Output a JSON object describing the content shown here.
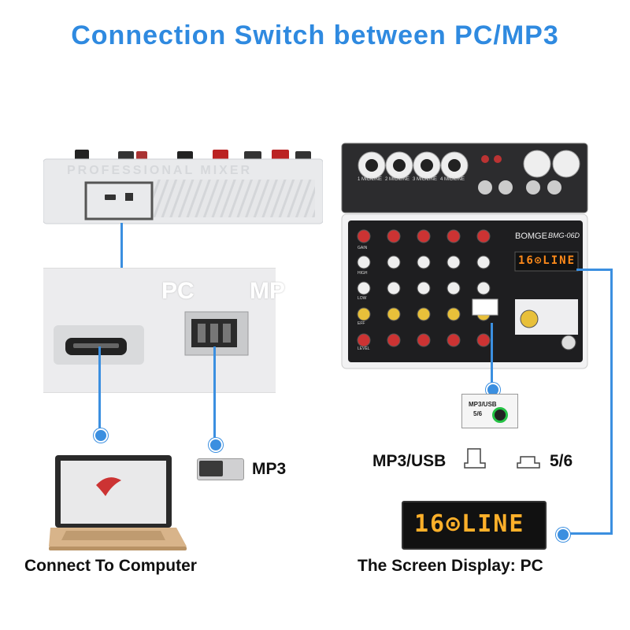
{
  "title": "Connection Switch between PC/MP3",
  "left_panel": {
    "mixer_top_text": "PROFESSIONAL MIXER",
    "port_label_pc": "PC",
    "port_label_mp3": "MP",
    "switch_label": "MP3",
    "caption": "Connect To Computer"
  },
  "right_panel": {
    "brand": "BOMGE",
    "model": "BMG-06D",
    "channel_labels": [
      "1 MIC/LINE",
      "2 MIC/LINE",
      "3 MIC/LINE",
      "4 MIC/LINE"
    ],
    "knob_rows": [
      "GAIN",
      "HIGH",
      "LOW",
      "EFF",
      "LEVEL"
    ],
    "display_text": "16⊙LINE",
    "callout_line1": "MP3/USB",
    "callout_line2": "5/6",
    "mode_mp3usb": "MP3/USB",
    "mode_56": "5/6",
    "screen_display": "16⊙LINE",
    "caption": "The Screen Display: PC"
  },
  "colors": {
    "title": "#2f8ae0",
    "connector": "#3b8fe0",
    "segment": "#ff8a1a"
  }
}
